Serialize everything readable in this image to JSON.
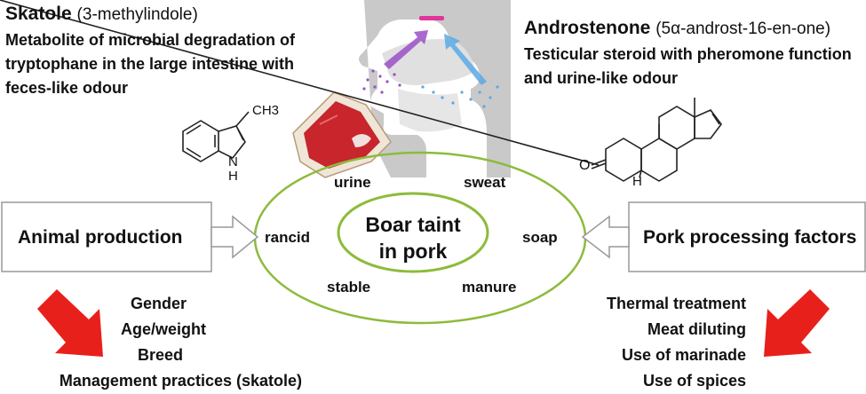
{
  "skatole": {
    "name": "Skatole",
    "chemical": "(3-methylindole)",
    "description_lines": [
      "Metabolite of microbial degradation of",
      "tryptophane in the large intestine with",
      "feces-like odour"
    ],
    "structure_labels": {
      "methyl": "CH3",
      "amine": "H",
      "nitrogen": "N"
    }
  },
  "androstenone": {
    "name": "Androstenone",
    "chemical": "(5α-androst-16-en-one)",
    "description_lines": [
      "Testicular steroid with pheromone function",
      "and urine-like odour"
    ],
    "structure_labels": {
      "oxygen": "O",
      "hydrogen": "H"
    }
  },
  "center": {
    "label_line1": "Boar taint",
    "label_line2": "in pork",
    "odours": {
      "urine": "urine",
      "sweat": "sweat",
      "rancid": "rancid",
      "soap": "soap",
      "stable": "stable",
      "manure": "manure"
    }
  },
  "left_box": {
    "label": "Animal production"
  },
  "right_box": {
    "label": "Pork processing factors"
  },
  "left_factors": [
    "Gender",
    "Age/weight",
    "Breed",
    "Management practices (skatole)"
  ],
  "right_factors": [
    "Thermal treatment",
    "Meat diluting",
    "Use of marinade",
    "Use of spices"
  ],
  "colors": {
    "ellipse_outline": "#8dbb3c",
    "arrow_red": "#e8201c",
    "head_grey": "#c9c9c9",
    "meat_red": "#c8252c",
    "purple_arrow": "#9b4fc6",
    "blue_arrow": "#5aa9e6",
    "box_border": "#888888"
  }
}
